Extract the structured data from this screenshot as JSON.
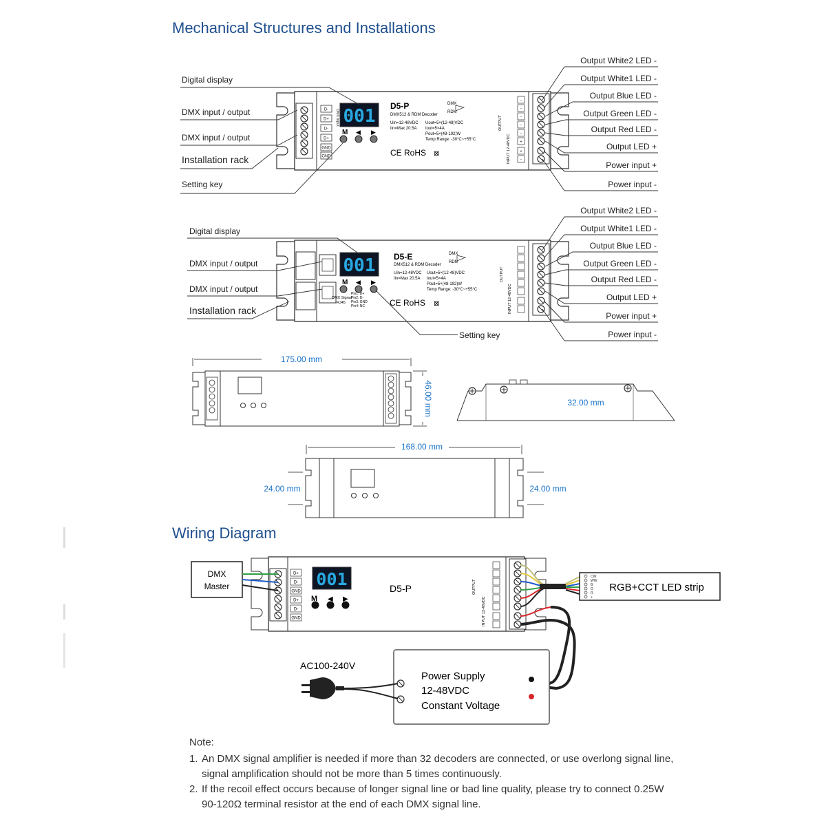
{
  "section_titles": {
    "mechanical": "Mechanical Structures and Installations",
    "wiring": "Wiring Diagram"
  },
  "unit_p": {
    "left_labels": [
      "Digital display",
      "DMX input / output",
      "DMX input / output",
      "Installation rack",
      "Setting key"
    ],
    "right_labels": [
      "Output White2 LED -",
      "Output White1 LED -",
      "Output Blue LED -",
      "Output Green LED -",
      "Output Red LED -",
      "Output LED +",
      "Power input +",
      "Power input -"
    ],
    "model": "D5-P",
    "subtitle": "DMX512 & RDM Decoder",
    "display": "001",
    "keys": [
      "M",
      "◀",
      "▶"
    ],
    "spec_left": [
      "Uin=12-48VDC",
      "Iin=Max 20.5A"
    ],
    "spec_right": [
      "Uout=5×(12-48)VDC",
      "Iout=5×4A",
      "Pout=5×(48-192)W",
      "Temp Range: -30°C~+55°C"
    ],
    "cert": "CE RoHS",
    "dmx_badge": [
      "DMX",
      "RDM"
    ],
    "output_label": "OUTPUT",
    "input_label": "INPUT 12-48VDC",
    "left_terminals": [
      "D-",
      "D+",
      "D-",
      "D+",
      "GND",
      "GND"
    ],
    "dmx_side_label": "DMX input",
    "right_terminals": [
      "-",
      "-",
      "-",
      "-",
      "-",
      "+",
      "+",
      "-"
    ]
  },
  "unit_e": {
    "left_labels": [
      "Digital display",
      "DMX input / output",
      "DMX input / output",
      "Installation rack"
    ],
    "setting_key_label": "Setting key",
    "right_labels": [
      "Output White2 LED -",
      "Output White1 LED -",
      "Output Blue LED -",
      "Output Green LED -",
      "Output Red LED -",
      "Output LED +",
      "Power input +",
      "Power input -"
    ],
    "model": "D5-E",
    "subtitle": "DMX512 & RDM Decoder",
    "display": "001",
    "keys": [
      "M",
      "◀",
      "▶"
    ],
    "spec_left": [
      "Uin=12-48VDC",
      "Iin=Max 20.5A"
    ],
    "spec_right": [
      "Uout=5×(12-48)VDC",
      "Iout=5×4A",
      "Pout=5×(48-192)W",
      "Temp Range: -30°C~+55°C"
    ],
    "rj45_label": [
      "DMX Signal",
      "RJ45"
    ],
    "pins": [
      "Pin1: D+",
      "Pin2: D-",
      "Pin3: GND",
      "Pin4: NC"
    ],
    "cert": "CE RoHS"
  },
  "dimensions": {
    "length_top": "175.00 mm",
    "height_side": "46.00 mm",
    "depth": "32.00 mm",
    "length_bottom": "168.00 mm",
    "ear_left": "24.00 mm",
    "ear_right": "24.00 mm"
  },
  "wiring": {
    "dmx_master": [
      "DMX",
      "Master"
    ],
    "model": "D5-P",
    "display": "001",
    "keys": [
      "M",
      "◀",
      "▶"
    ],
    "led_strip": "RGB+CCT LED strip",
    "strip_pins": [
      "CW",
      "WW",
      "B",
      "G",
      "R",
      "+"
    ],
    "ac_label": "AC100-240V",
    "power_supply": [
      "Power Supply",
      "12-48VDC",
      "Constant Voltage"
    ],
    "output_label": "OUTPUT",
    "input_label": "INPUT 12-48VDC",
    "left_terminals": [
      "D+",
      "D-",
      "GND",
      "D+",
      "D-",
      "GND"
    ]
  },
  "note": {
    "heading": "Note:",
    "items": [
      {
        "num": "1.",
        "lines": [
          "An DMX signal amplifier is needed if more than 32 decoders are connected, or use overlong signal line,",
          "signal amplification should not be more than 5 times continuously."
        ]
      },
      {
        "num": "2.",
        "lines": [
          "If the recoil effect occurs because of longer signal line or bad line quality, please try to connect 0.25W",
          "90-120Ω terminal resistor at the end of each DMX signal line."
        ]
      }
    ]
  },
  "colors": {
    "title_blue": "#1f4f8f",
    "dim_blue": "#1a73c9",
    "display_bg": "#0d1524",
    "display_digit": "#29a8e0",
    "line": "#333333"
  }
}
